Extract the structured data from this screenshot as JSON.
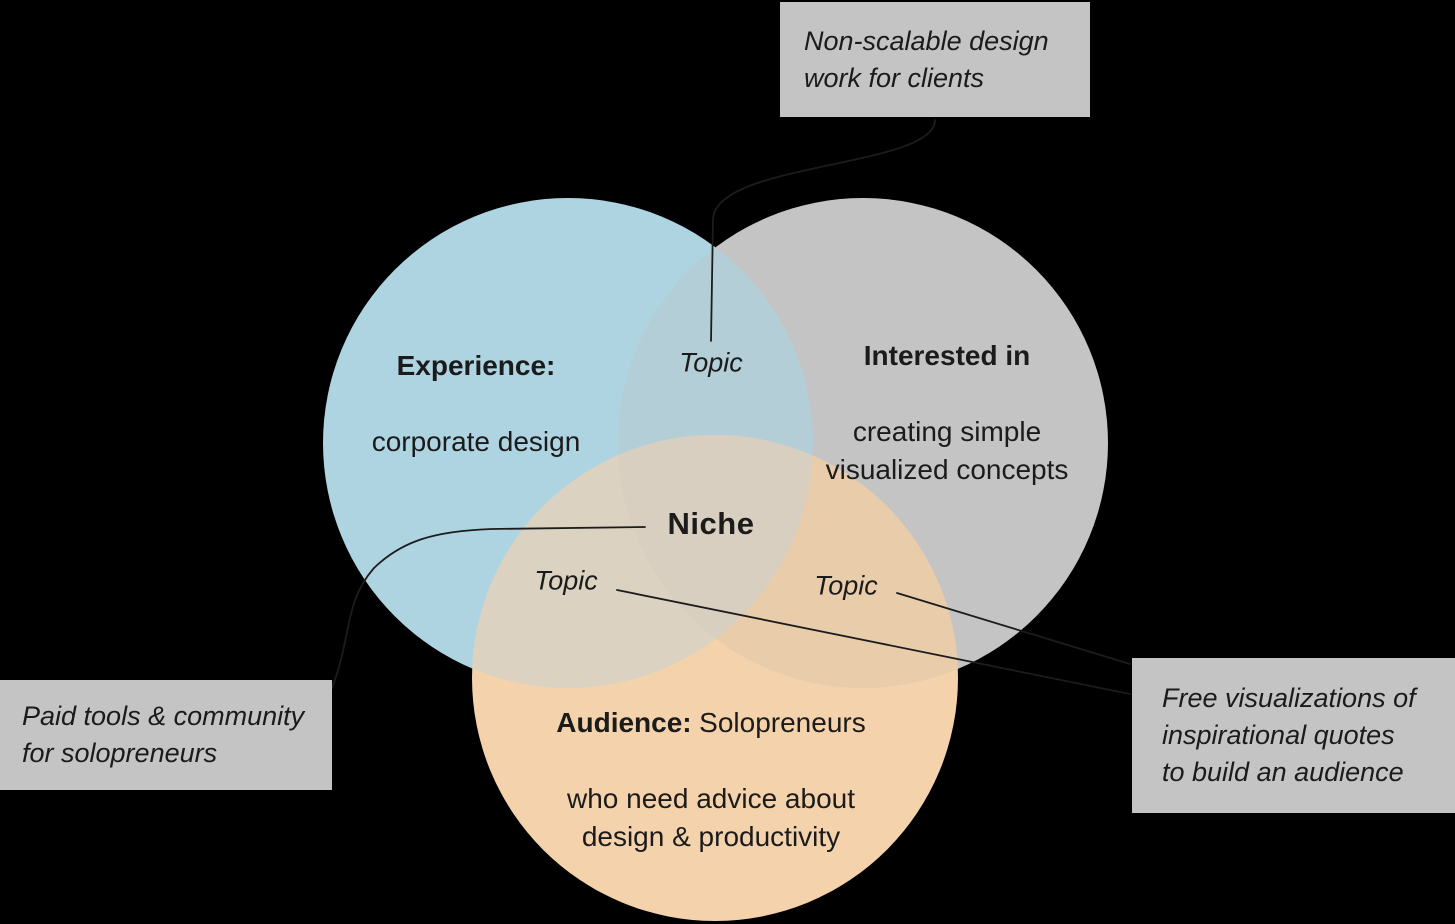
{
  "canvas": {
    "background": "#000000",
    "line_color": "#1c1c1c",
    "text_color": "#1b1b1b"
  },
  "circles": {
    "experience": {
      "heading": "Experience:",
      "body": "corporate design",
      "color": "#aed4e1"
    },
    "interested": {
      "heading": "Interested in",
      "body": "creating simple\nvisualized concepts",
      "color": "#c4c4c4"
    },
    "audience": {
      "heading": "Audience:",
      "body_inline": "Solopreneurs",
      "body_lines": "who need advice about\ndesign & productivity",
      "color": "#f4d2ac"
    }
  },
  "overlaps": {
    "experience_interested": "#b4ced8",
    "experience_audience": "#dbd2c1",
    "interested_audience": "#e9ccaa",
    "center": "#d8cfc0"
  },
  "labels": {
    "niche": "Niche",
    "topic_top": "Topic",
    "topic_left": "Topic",
    "topic_right": "Topic"
  },
  "callouts": {
    "background": "#c4c4c4",
    "top": {
      "text": "Non-scalable design\nwork for clients"
    },
    "left": {
      "text": "Paid tools & community\nfor solopreneurs"
    },
    "right": {
      "text": "Free visualizations of\ninspirational quotes\nto build an audience"
    }
  }
}
